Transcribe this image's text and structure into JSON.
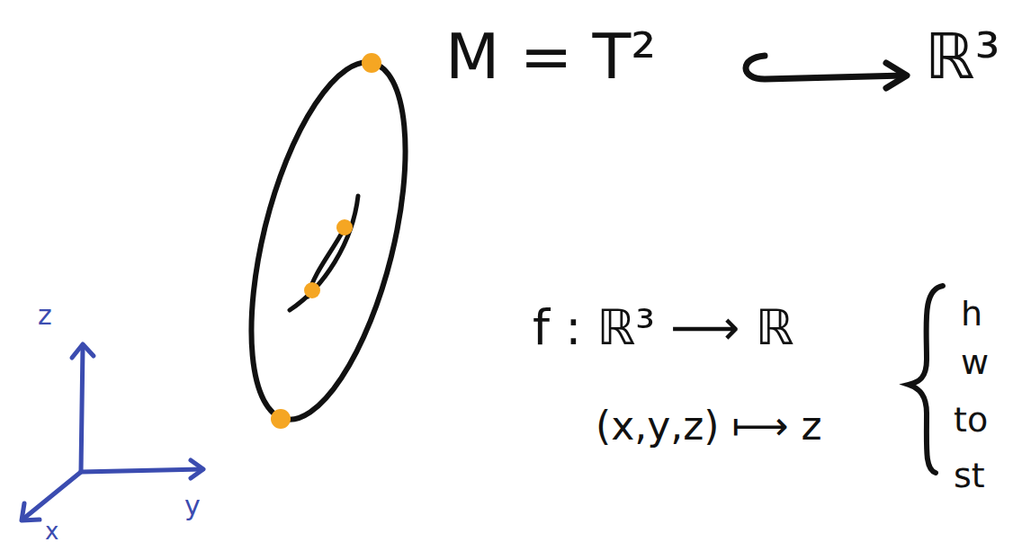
{
  "diagram": {
    "labels": [
      "M = T²",
      "ℝ³",
      "f : ℝ³ ⟶ ℝ",
      "(x,y,z) ⟼ z",
      "z",
      "y",
      "x",
      "h",
      "w",
      "to",
      "st"
    ]
  }
}
